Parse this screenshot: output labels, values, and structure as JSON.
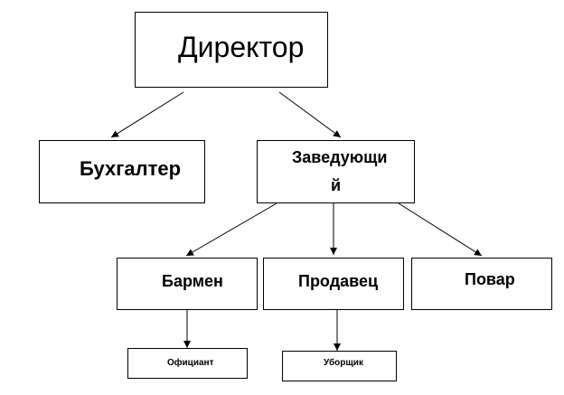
{
  "nodes": {
    "director": "Директор",
    "accountant": "Бухгалтер",
    "manager_line1": "Заведующи",
    "manager_line2": "й",
    "bartender": "Бармен",
    "seller": "Продавец",
    "cook": "Повар",
    "waiter": "Официант",
    "cleaner": "Уборщик"
  }
}
